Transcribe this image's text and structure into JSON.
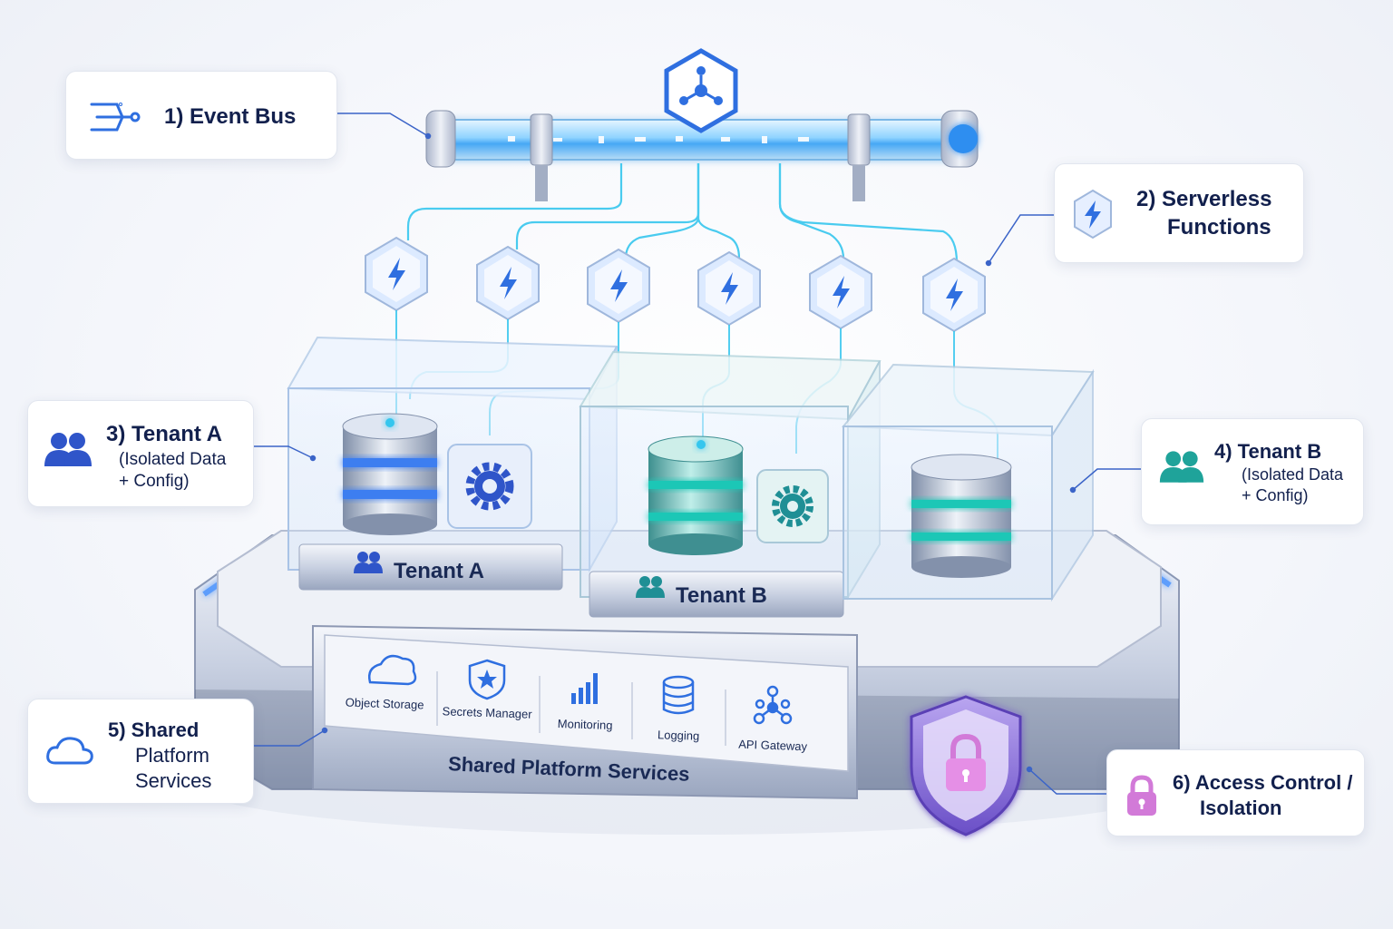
{
  "callouts": {
    "event_bus": {
      "label": "1) Event Bus"
    },
    "serverless": {
      "line1": "2) Serverless",
      "line2": "Functions"
    },
    "tenant_a": {
      "line1": "3) Tenant A",
      "line2": "(Isolated Data",
      "line3": "+ Config)"
    },
    "tenant_b": {
      "line1": "4) Tenant B",
      "line2": "(Isolated Data",
      "line3": "+ Config)"
    },
    "shared": {
      "line1": "5) Shared",
      "line2": "Platform",
      "line3": "Services"
    },
    "access": {
      "line1": "6) Access Control /",
      "line2": "Isolation"
    }
  },
  "tenants": {
    "a_label": "Tenant A",
    "b_label": "Tenant B"
  },
  "platform": {
    "title": "Shared Platform Services",
    "services": [
      "Object Storage",
      "Secrets Manager",
      "Monitoring",
      "Logging",
      "API Gateway"
    ]
  },
  "colors": {
    "navy": "#12204d",
    "blue_accent": "#2f6fe0",
    "teal_accent": "#1fa39a",
    "cyan_wire": "#36c6ee",
    "lock_pink": "#d27ad8",
    "shield_purple": "#7a5fd0"
  },
  "icons": [
    "event-bus-icon",
    "bolt-icon",
    "users-icon",
    "cloud-icon",
    "lock-icon",
    "hub-icon",
    "shield-star-icon",
    "bar-chart-icon",
    "database-icon",
    "gear-icon",
    "network-icon"
  ]
}
